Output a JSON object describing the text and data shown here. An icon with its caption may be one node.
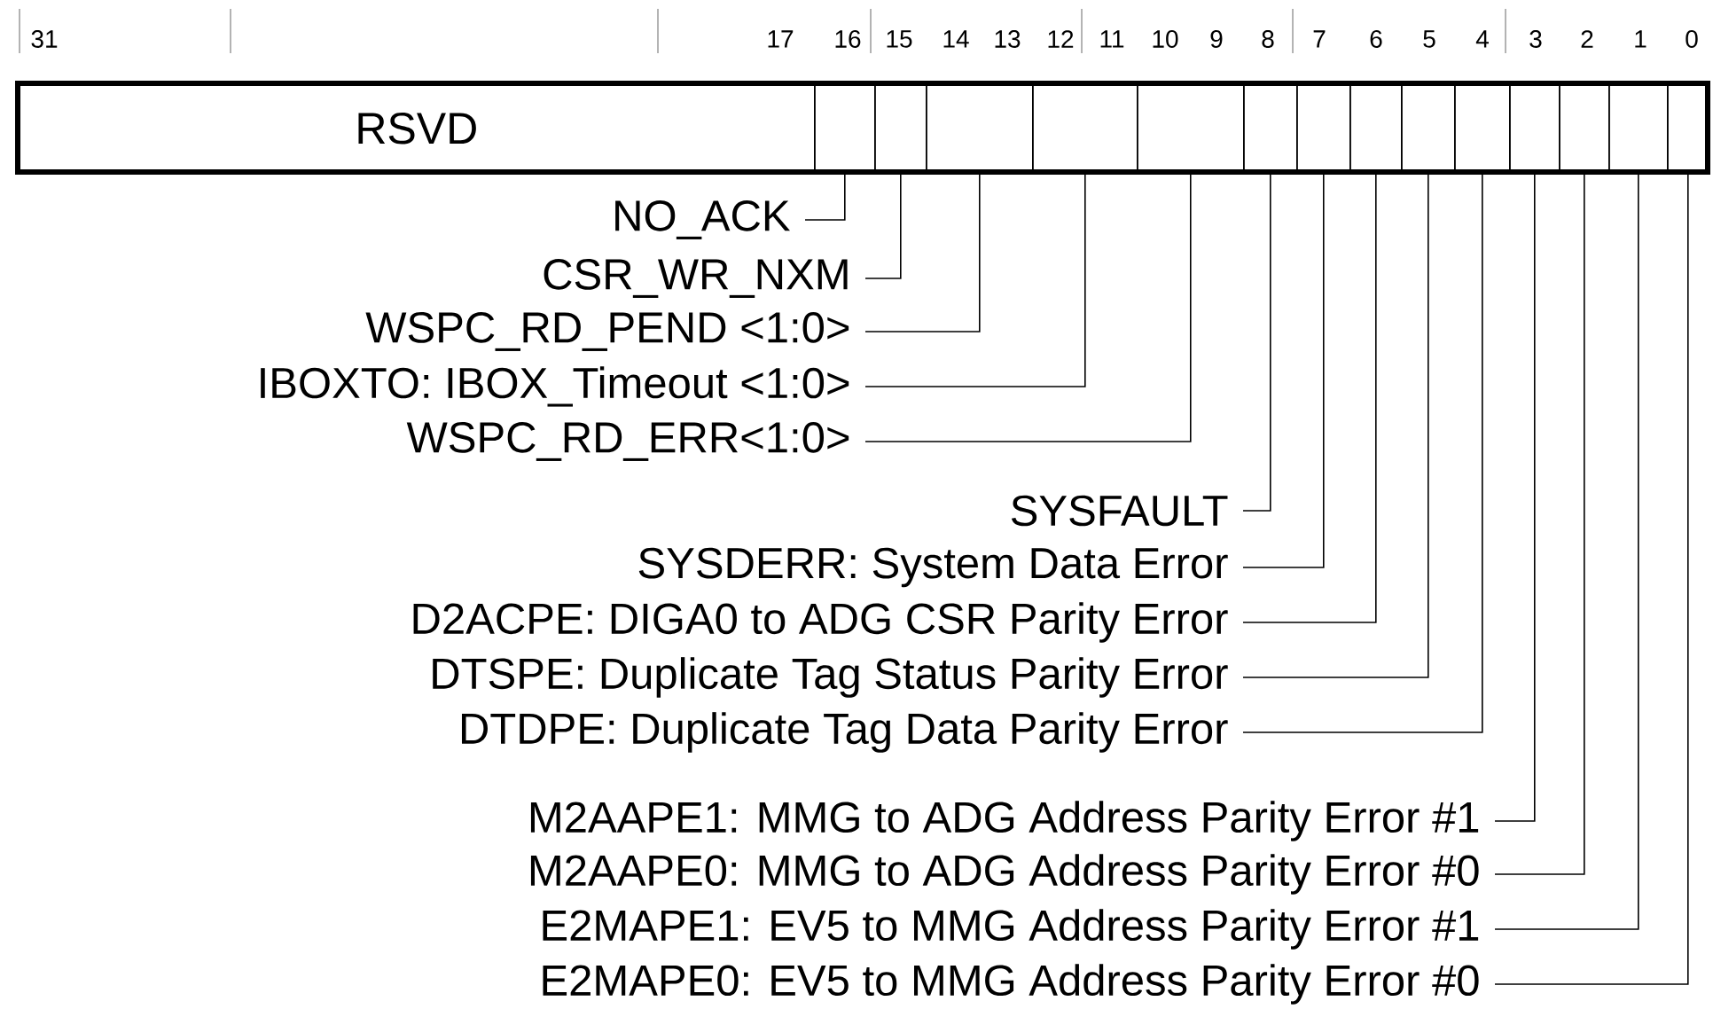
{
  "diagram": {
    "nodes": [
      {
        "text": [
          "RSVD"
        ]
      },
      {
        "text": [],
        "shape": "box"
      },
      {
        "text": [],
        "shape": "box"
      },
      {
        "text": [],
        "shape": "box"
      },
      {
        "text": [],
        "shape": "box"
      },
      {
        "text": [],
        "shape": "box"
      },
      {
        "text": [],
        "shape": "box"
      },
      {
        "text": [],
        "shape": "box"
      },
      {
        "text": [],
        "shape": "box"
      },
      {
        "text": [],
        "shape": "box"
      },
      {
        "text": [],
        "shape": "box"
      },
      {
        "text": [],
        "shape": "box"
      },
      {
        "text": [],
        "shape": "box"
      },
      {
        "text": [],
        "shape": "box"
      },
      {
        "text": [],
        "shape": "box"
      },
      {
        "text": [
          "NO_ACK"
        ]
      },
      {
        "text": [
          "CSR_WR_NXM"
        ]
      },
      {
        "text": [
          "WSPC_RD_PEND <1:0>"
        ]
      },
      {
        "text": [
          "IBOXTO: IBOX_Timeout <1:0>"
        ]
      },
      {
        "text": [
          "WSPC_RD_ERR<1:0>"
        ]
      },
      {
        "text": [
          "SYSFAULT"
        ]
      },
      {
        "text": [
          "SYSDERR: System Data Error"
        ]
      },
      {
        "text": [
          "D2ACPE: DIGA0 to ADG CSR Parity Error"
        ]
      },
      {
        "text": [
          "DTSPE: Duplicate Tag Status Parity Error"
        ]
      },
      {
        "text": [
          "DTDPE: Duplicate Tag Data Parity Error"
        ]
      },
      {
        "text": [
          "M2AAPE1: MMG to ADG Address Parity Error #1"
        ]
      },
      {
        "text": [
          "M2AAPE0: MMG to ADG Address Parity Error #0"
        ]
      },
      {
        "text": [
          "E2MAPE1: EV5 to MMG Address Parity Error #1"
        ]
      },
      {
        "text": [
          "E2MAPE0: EV5 to MMG Address Parity Error #0"
        ]
      }
    ],
    "edges": [
      {
        "from": 15,
        "to": 1,
        "arrow": "none"
      },
      {
        "from": 16,
        "to": 2,
        "arrow": "none"
      },
      {
        "from": 17,
        "to": 3,
        "arrow": "none"
      },
      {
        "from": 18,
        "to": 4,
        "arrow": "none"
      },
      {
        "from": 19,
        "to": 5,
        "arrow": "none"
      },
      {
        "from": 20,
        "to": 6,
        "arrow": "none"
      },
      {
        "from": 21,
        "to": 7,
        "arrow": "none"
      },
      {
        "from": 22,
        "to": 8,
        "arrow": "none"
      },
      {
        "from": 23,
        "to": 9,
        "arrow": "none"
      },
      {
        "from": 24,
        "to": 10,
        "arrow": "none"
      },
      {
        "from": 25,
        "to": 11,
        "arrow": "none"
      },
      {
        "from": 26,
        "to": 12,
        "arrow": "none"
      },
      {
        "from": 27,
        "to": 13,
        "arrow": "none"
      },
      {
        "from": 28,
        "to": 14,
        "arrow": "none"
      }
    ],
    "labels": [
      "31",
      "17",
      "16",
      "15",
      "14",
      "13",
      "12",
      "11",
      "10",
      "9",
      "8",
      "7",
      "6",
      "5",
      "4",
      "3",
      "2",
      "1",
      "0"
    ]
  }
}
